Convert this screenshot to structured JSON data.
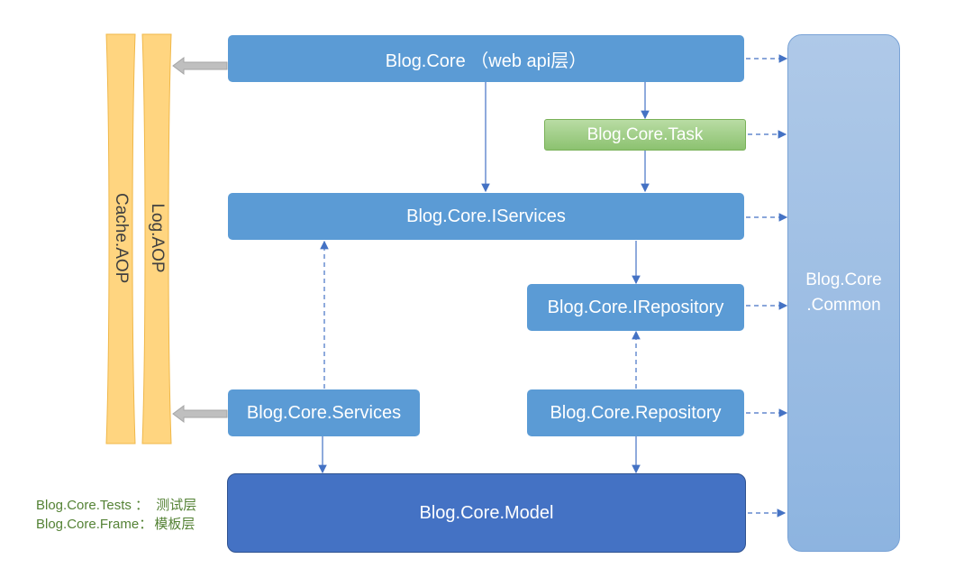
{
  "diagram": {
    "web_api": "Blog.Core （web api层）",
    "task": "Blog.Core.Task",
    "iservices": "Blog.Core.IServices",
    "irepository": "Blog.Core.IRepository",
    "services": "Blog.Core.Services",
    "repository": "Blog.Core.Repository",
    "model": "Blog.Core.Model",
    "common_line1": "Blog.Core",
    "common_line2": ".Common",
    "cache_aop": "Cache.AOP",
    "log_aop": "Log.AOP"
  },
  "legend": {
    "tests_name": "Blog.Core.Tests",
    "tests_sep": " ：",
    "tests_desc": "测试层",
    "frame_name": "Blog.Core.Frame",
    "frame_sep": "：",
    "frame_desc": "模板层"
  },
  "colors": {
    "box_blue": "#5b9bd5",
    "model_blue": "#4472c4",
    "task_green": "#8cc270",
    "common_blue": "#9dbde4",
    "aop_yellow": "#ffd580",
    "arrow": "#4472c4",
    "legend_text": "#548235"
  }
}
